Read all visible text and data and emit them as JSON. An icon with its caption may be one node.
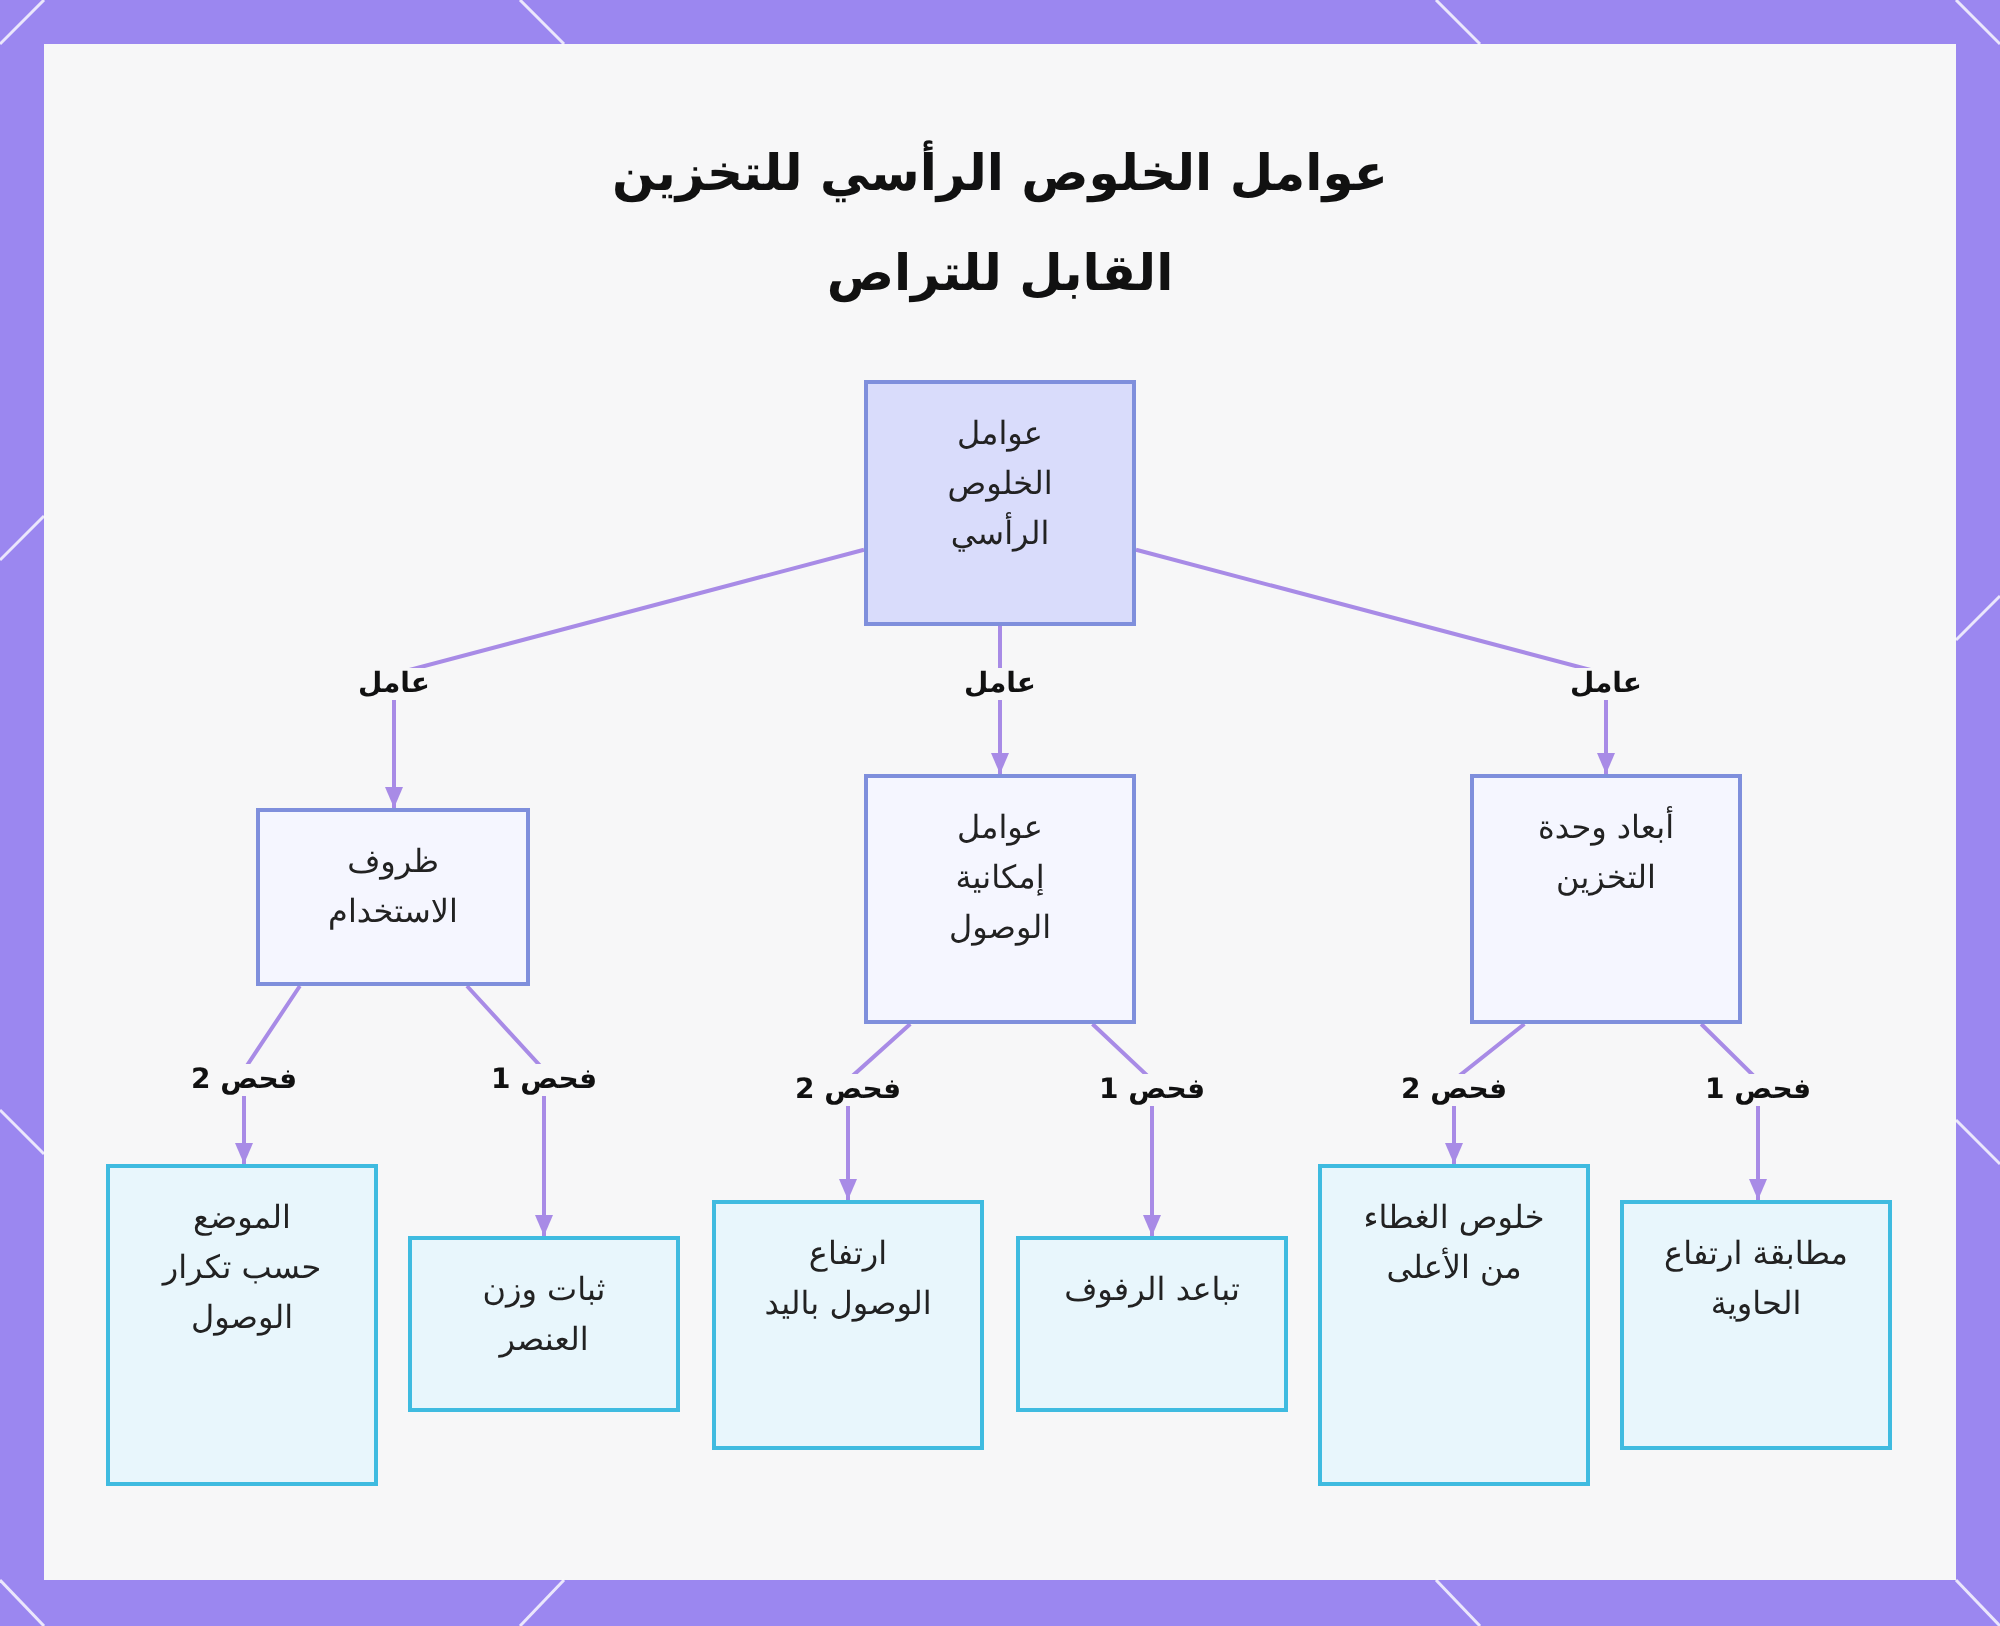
{
  "diagram": {
    "title": "عوامل الخلوص الرأسي للتخزين القابل للتراص",
    "nodes": [
      {
        "text": [
          "عوامل الخلوص الرأسي"
        ]
      },
      {
        "text": [
          "ظروف الاستخدام"
        ]
      },
      {
        "text": [
          "عوامل إمكانية الوصول"
        ]
      },
      {
        "text": [
          "أبعاد وحدة التخزين"
        ]
      },
      {
        "text": [
          "الموضع حسب تكرار الوصول"
        ]
      },
      {
        "text": [
          "ثبات وزن العنصر"
        ]
      },
      {
        "text": [
          "ارتفاع الوصول باليد"
        ]
      },
      {
        "text": [
          "تباعد الرفوف"
        ]
      },
      {
        "text": [
          "خلوص الغطاء من الأعلى"
        ]
      },
      {
        "text": [
          "مطابقة ارتفاع الحاوية"
        ]
      }
    ],
    "edges": [
      {
        "from": 0,
        "to": 1,
        "arrow": "to",
        "label": "عامل"
      },
      {
        "from": 0,
        "to": 2,
        "arrow": "to",
        "label": "عامل"
      },
      {
        "from": 0,
        "to": 3,
        "arrow": "to",
        "label": "عامل"
      },
      {
        "from": 1,
        "to": 4,
        "arrow": "to",
        "label": "فحص 2"
      },
      {
        "from": 1,
        "to": 5,
        "arrow": "to",
        "label": "فحص 1"
      },
      {
        "from": 2,
        "to": 6,
        "arrow": "to",
        "label": "فحص 2"
      },
      {
        "from": 2,
        "to": 7,
        "arrow": "to",
        "label": "فحص 1"
      },
      {
        "from": 3,
        "to": 8,
        "arrow": "to",
        "label": "فحص 2"
      },
      {
        "from": 3,
        "to": 9,
        "arrow": "to",
        "label": "فحص 1"
      }
    ]
  }
}
